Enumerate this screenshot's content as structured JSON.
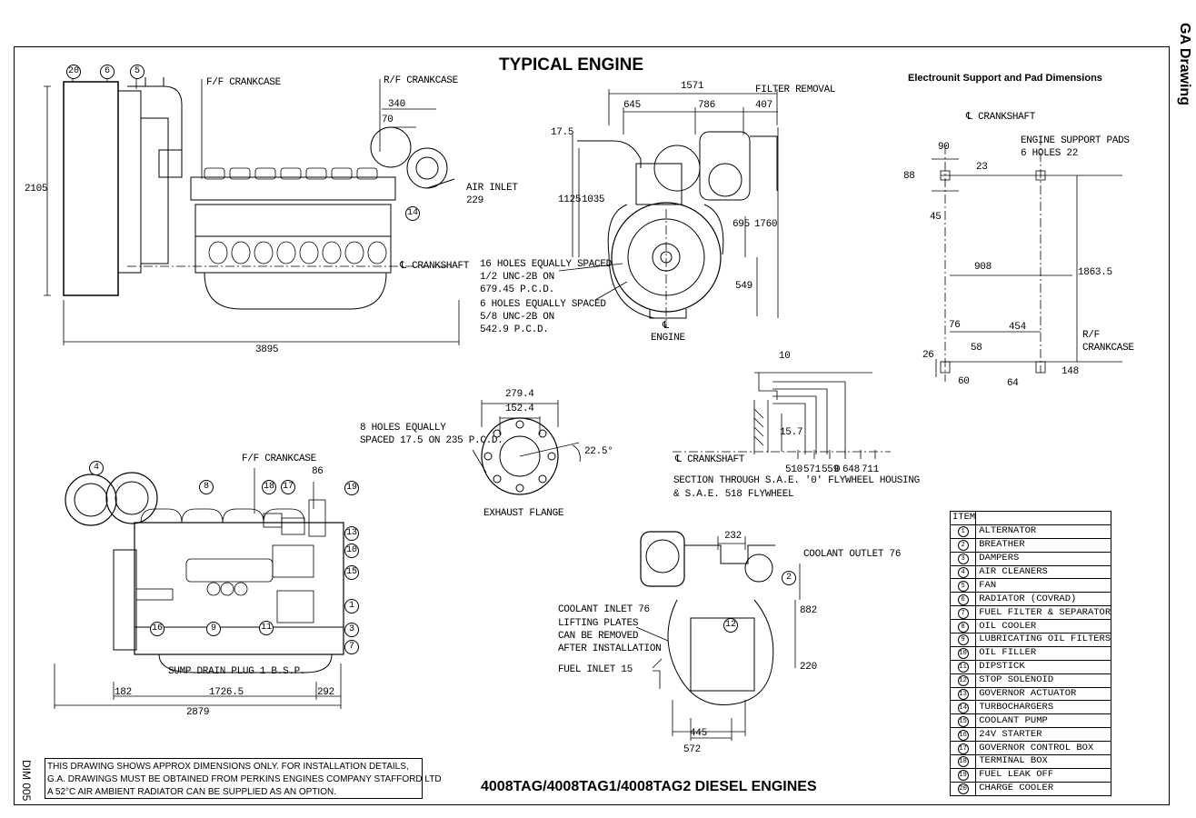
{
  "header": {
    "title": "TYPICAL ENGINE",
    "support_title": "Electrounit Support and Pad Dimensions",
    "side_title": "GA Drawing",
    "drawing_no": "DIM 005",
    "footer_title": "4008TAG/4008TAG1/4008TAG2 DIESEL ENGINES"
  },
  "note": [
    "THIS DRAWING SHOWS APPROX DIMENSIONS ONLY. FOR INSTALLATION DETAILS,",
    "G.A. DRAWINGS MUST BE OBTAINED FROM PERKINS ENGINES COMPANY STAFFORD LTD",
    "A 52°C AIR AMBIENT RADIATOR CAN BE SUPPLIED AS AN OPTION."
  ],
  "side_view": {
    "ff_crankcase": "F/F CRANKCASE",
    "rf_crankcase": "R/F CRANKCASE",
    "dim_2105": "2105",
    "dim_340": "340",
    "dim_70": "70",
    "air_inlet": "AIR INLET",
    "dim_229": "229",
    "cl_crankshaft": "℄ CRANKSHAFT",
    "dim_3895": "3895",
    "bubbles": [
      "20",
      "6",
      "5",
      "14"
    ]
  },
  "front_view": {
    "dim_1571": "1571",
    "filter_removal": "FILTER REMOVAL",
    "dim_645": "645",
    "dim_786": "786",
    "dim_407": "407",
    "dim_17_5": "17.5",
    "dim_1125": "1125",
    "dim_1035": "1035",
    "dim_695": "695",
    "dim_1760": "1760",
    "dim_549": "549",
    "holes16": [
      "16 HOLES EQUALLY SPACED",
      "1/2 UNC-2B ON",
      "679.45 P.C.D."
    ],
    "holes6": [
      "6 HOLES EQUALLY SPACED",
      "5/8 UNC-2B ON",
      "542.9 P.C.D."
    ],
    "cl_engine_top": "℄",
    "cl_engine": "ENGINE"
  },
  "support": {
    "cl_crankshaft": "℄ CRANKSHAFT",
    "pads": [
      "ENGINE SUPPORT PADS",
      "6 HOLES 22"
    ],
    "dim_90": "90",
    "dim_88": "88",
    "dim_23": "23",
    "dim_45": "45",
    "dim_908": "908",
    "dim_1863_5": "1863.5",
    "dim_76": "76",
    "dim_454": "454",
    "rf_crankcase": [
      "R/F",
      "CRANKCASE"
    ],
    "dim_26": "26",
    "dim_58": "58",
    "dim_60": "60",
    "dim_64": "64",
    "dim_148": "148"
  },
  "flange": {
    "dim_279_4": "279.4",
    "dim_152_4": "152.4",
    "holes": [
      "8 HOLES EQUALLY",
      "SPACED 17.5 ON 235 P.C.D."
    ],
    "angle": "22.5°",
    "caption": "EXHAUST FLANGE"
  },
  "flywheel": {
    "dim_10": "10",
    "dim_15_7": "15.7",
    "cl_crankshaft": "℄ CRANKSHAFT",
    "dims": [
      "510",
      "571",
      "559",
      "0",
      "648",
      "711"
    ],
    "caption": [
      "SECTION THROUGH S.A.E. '0' FLYWHEEL HOUSING",
      "& S.A.E. 518 FLYWHEEL"
    ]
  },
  "lower_side": {
    "ff_crankcase": "F/F CRANKCASE",
    "dim_86": "86",
    "sump": "SUMP DRAIN PLUG 1 B.S.P.",
    "dim_182": "182",
    "dim_1726_5": "1726.5",
    "dim_292": "292",
    "dim_2879": "2879",
    "bubbles": [
      "4",
      "8",
      "18",
      "17",
      "19",
      "13",
      "10",
      "15",
      "1",
      "3",
      "7",
      "16",
      "9",
      "11"
    ]
  },
  "rear_view": {
    "dim_232": "232",
    "coolant_outlet": "COOLANT OUTLET 76",
    "coolant_inlet": "COOLANT INLET 76",
    "lifting": [
      "LIFTING PLATES",
      "CAN BE REMOVED",
      "AFTER INSTALLATION"
    ],
    "fuel_inlet": "FUEL INLET 15",
    "dim_882": "882",
    "dim_220": "220",
    "dim_445": "445",
    "dim_572": "572",
    "bubbles": [
      "2",
      "12"
    ]
  },
  "legend": {
    "header": "ITEM",
    "items": [
      {
        "n": "1",
        "label": "ALTERNATOR"
      },
      {
        "n": "2",
        "label": "BREATHER"
      },
      {
        "n": "3",
        "label": "DAMPERS"
      },
      {
        "n": "4",
        "label": "AIR CLEANERS"
      },
      {
        "n": "5",
        "label": "FAN"
      },
      {
        "n": "6",
        "label": "RADIATOR (COVRAD)"
      },
      {
        "n": "7",
        "label": "FUEL FILTER & SEPARATOR"
      },
      {
        "n": "8",
        "label": "OIL COOLER"
      },
      {
        "n": "9",
        "label": "LUBRICATING OIL FILTERS"
      },
      {
        "n": "10",
        "label": "OIL FILLER"
      },
      {
        "n": "11",
        "label": "DIPSTICK"
      },
      {
        "n": "12",
        "label": "STOP SOLENOID"
      },
      {
        "n": "13",
        "label": "GOVERNOR ACTUATOR"
      },
      {
        "n": "14",
        "label": "TURBOCHARGERS"
      },
      {
        "n": "15",
        "label": "COOLANT PUMP"
      },
      {
        "n": "16",
        "label": "24V STARTER"
      },
      {
        "n": "17",
        "label": "GOVERNOR CONTROL BOX"
      },
      {
        "n": "18",
        "label": "TERMINAL BOX"
      },
      {
        "n": "19",
        "label": "FUEL LEAK OFF"
      },
      {
        "n": "20",
        "label": "CHARGE COOLER"
      }
    ]
  }
}
